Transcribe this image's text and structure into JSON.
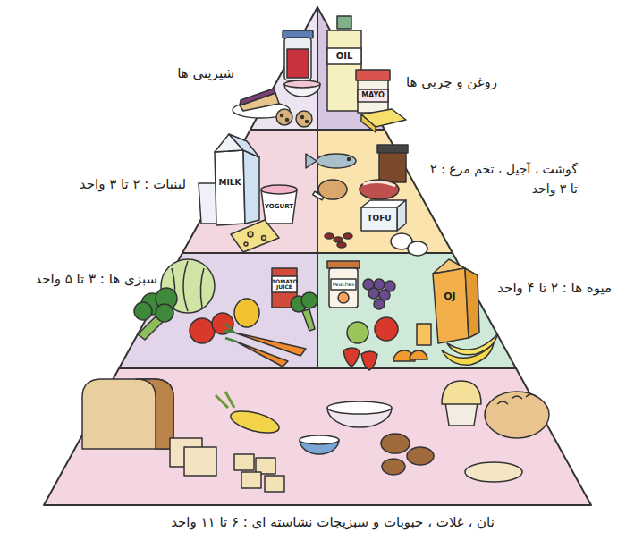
{
  "diagram": {
    "nodes": [
      {
        "text": [
          "شیرینی ها"
        ]
      },
      {
        "text": [
          "روغن و چربی ها"
        ]
      },
      {
        "text": [
          "لبنیات : ۲ تا ۳ واحد"
        ]
      },
      {
        "text": [
          "گوشت ، آجیل ، تخم مرغ : ۲ تا ۳ واحد"
        ]
      },
      {
        "text": [
          "سبزی ها : ۳ تا ۵ واحد"
        ]
      },
      {
        "text": [
          "میوه ها : ۲ تا ۴ واحد"
        ]
      },
      {
        "text": [
          "نان ، غلات ، حبوبات و سبزیجات نشاسته ای : ۶ تا ۱۱ واحد"
        ]
      }
    ],
    "labels": [
      "OIL",
      "MAYO",
      "MILK",
      "YOGURT",
      "TOFU",
      "TOMATO JUICE",
      "Peaches",
      "OJ"
    ]
  }
}
